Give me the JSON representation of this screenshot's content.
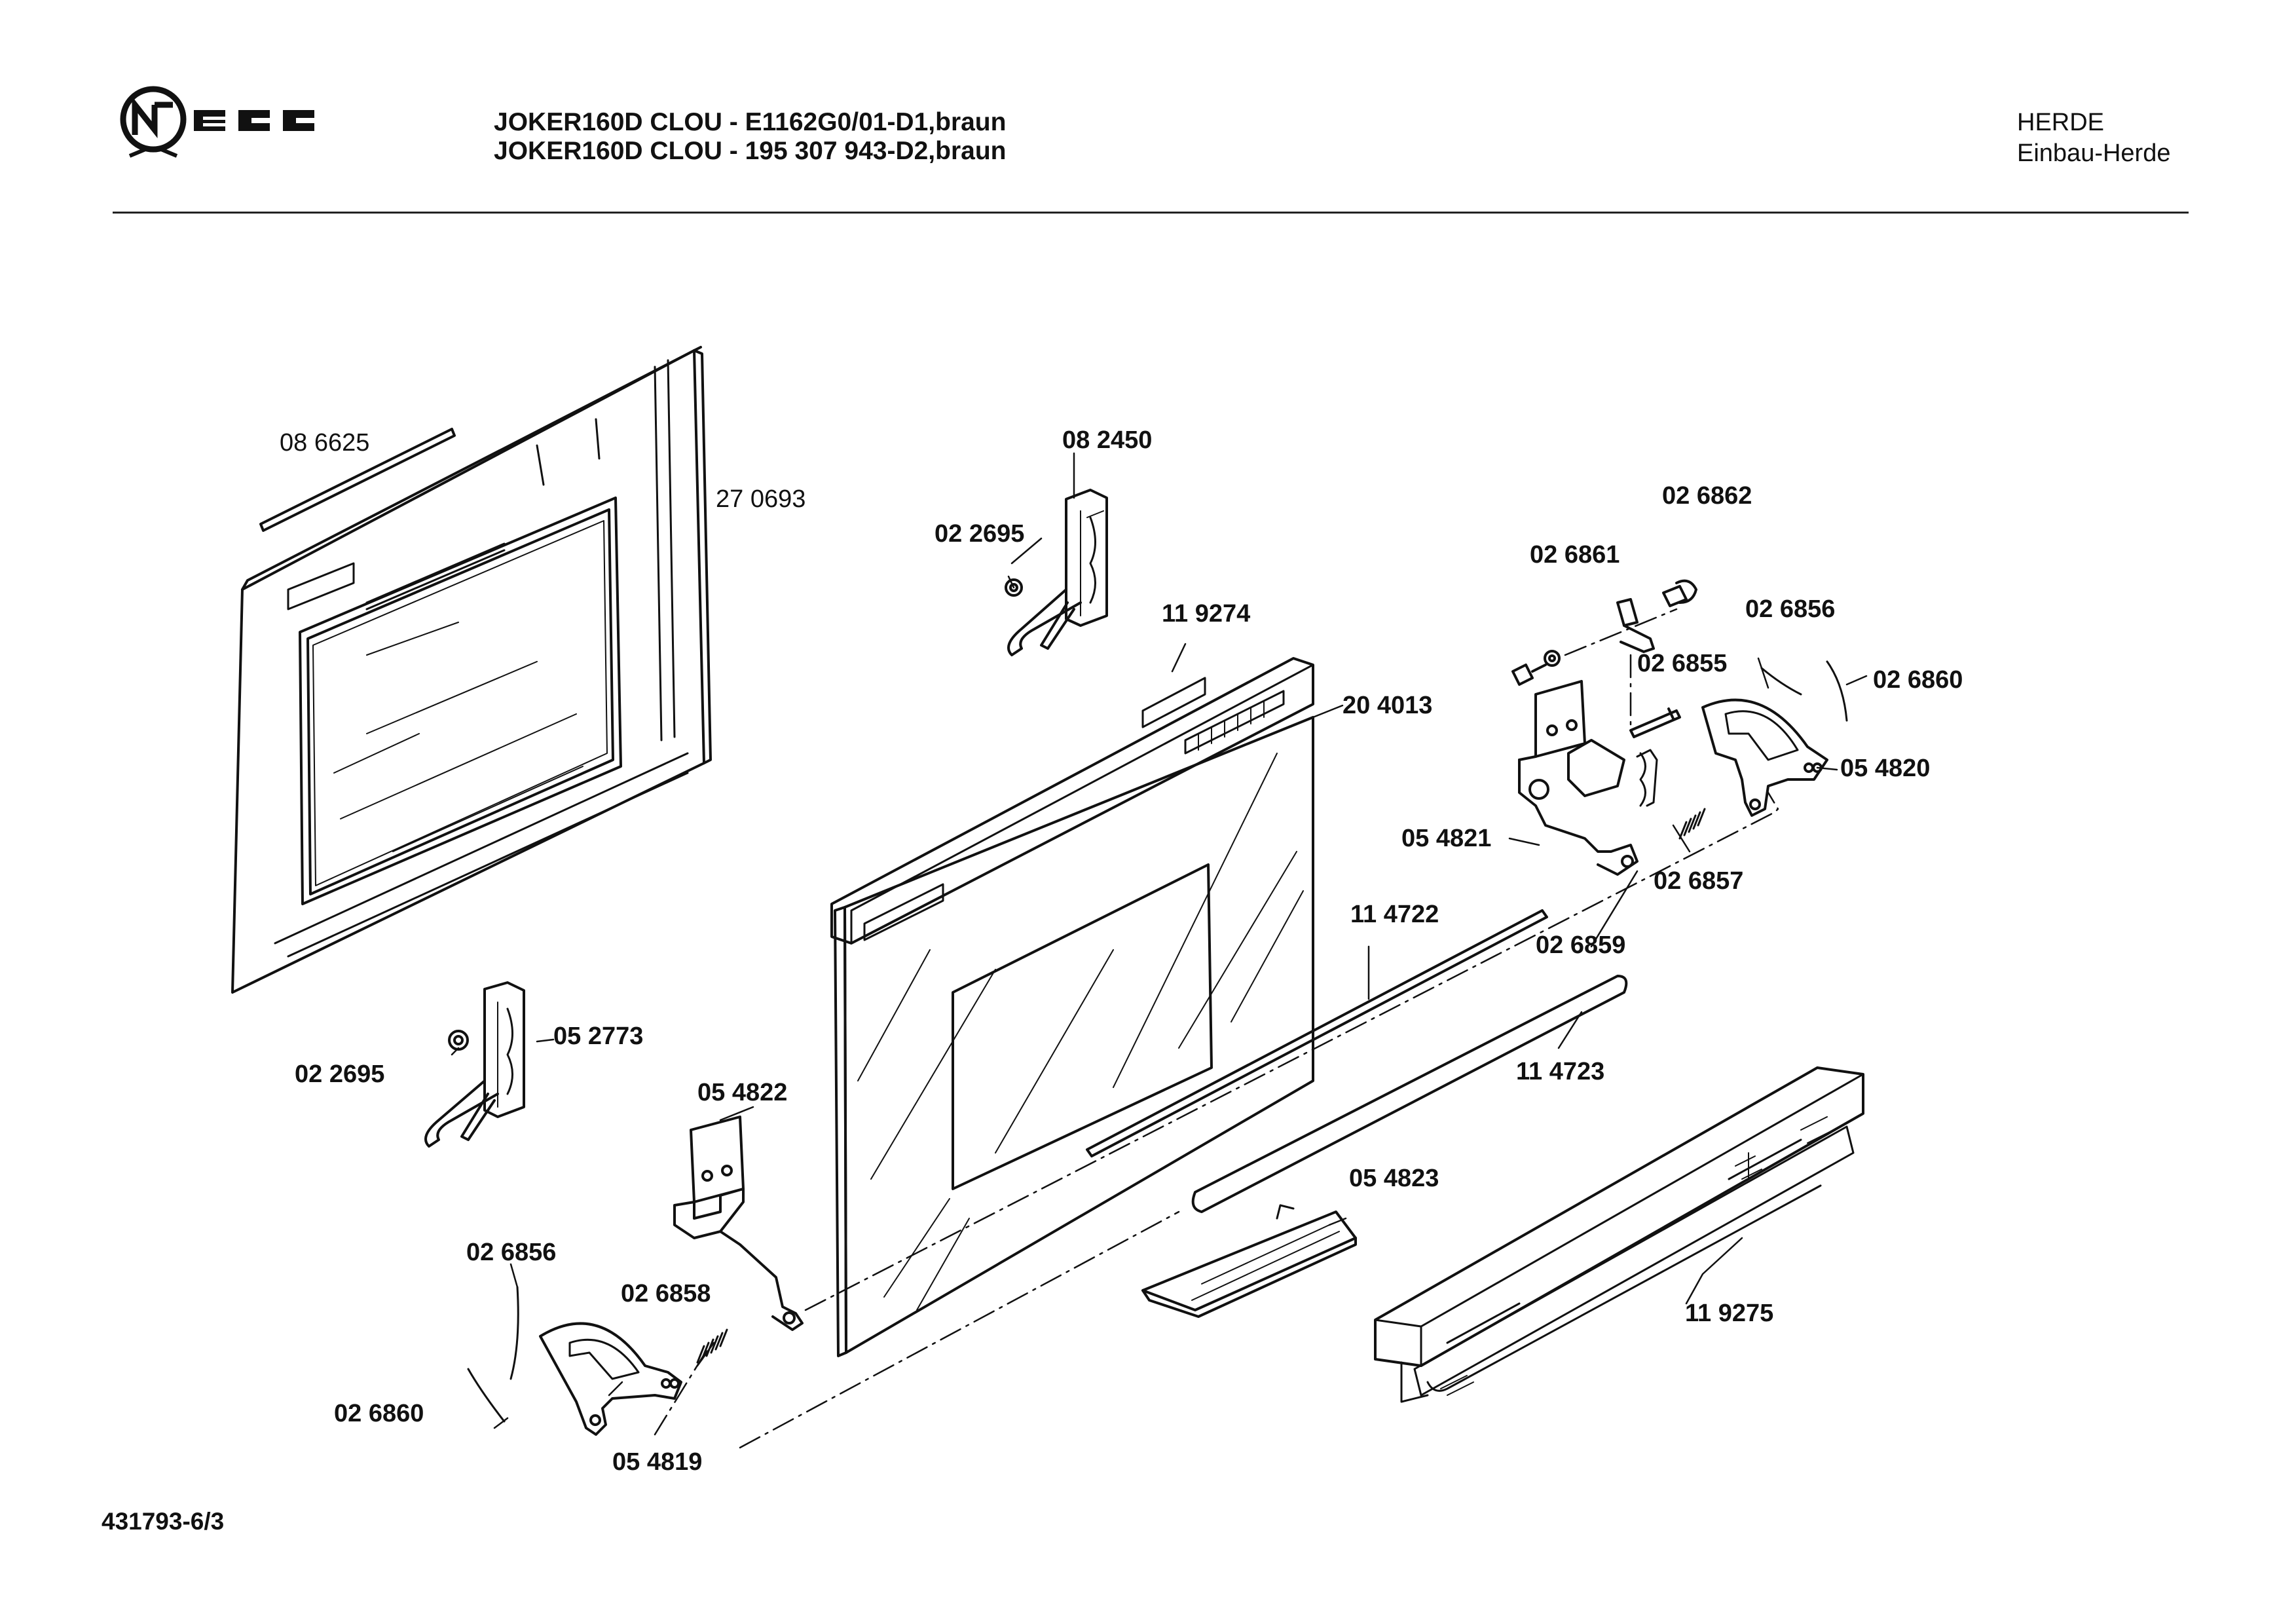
{
  "header": {
    "brand": "NEFF",
    "title_line1": "JOKER160D CLOU - E1162G0/01-D1,braun",
    "title_line2": "JOKER160D CLOU - 195 307 943-D2,braun",
    "category": "HERDE",
    "subcategory": "Einbau-Herde"
  },
  "parts": {
    "p086625": "08 6625",
    "p270693": "27 0693",
    "p082450": "08 2450",
    "p022695_top": "02 2695",
    "p119274": "11 9274",
    "p204013": "20 4013",
    "p026862": "02 6862",
    "p026861": "02 6861",
    "p026856_right": "02 6856",
    "p026855": "02 6855",
    "p026860_right": "02 6860",
    "p054820": "05 4820",
    "p054821": "05 4821",
    "p026857": "02 6857",
    "p114722": "11 4722",
    "p026859": "02 6859",
    "p114723": "11 4723",
    "p052773": "05 2773",
    "p022695_left": "02 2695",
    "p054822": "05 4822",
    "p054823": "05 4823",
    "p026856_left": "02 6856",
    "p026858": "02 6858",
    "p026860_left": "02 6860",
    "p054819": "05 4819",
    "p119275": "11 9275"
  },
  "footer": {
    "doc_number": "431793-6/3"
  }
}
